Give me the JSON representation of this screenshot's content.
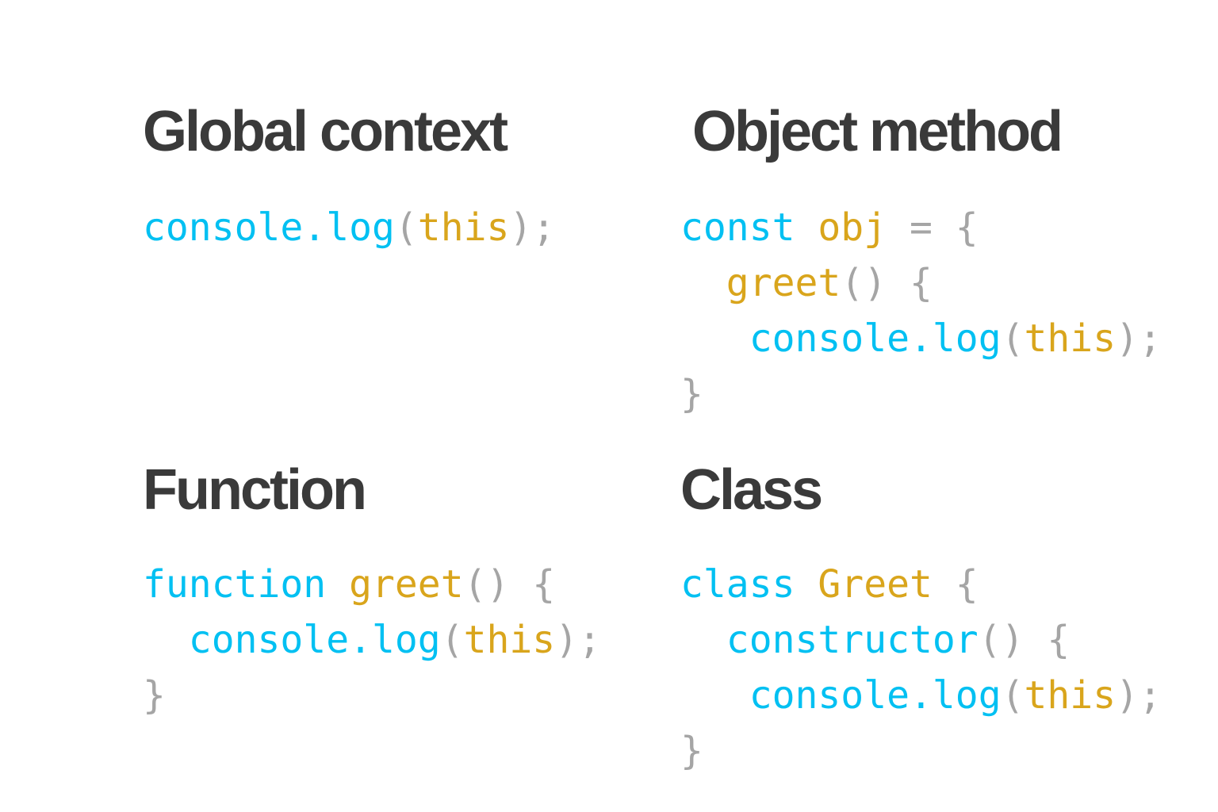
{
  "sections": {
    "global": {
      "title": "Global context",
      "lines": [
        [
          {
            "t": "console.log",
            "c": "kw"
          },
          {
            "t": "(",
            "c": "pn"
          },
          {
            "t": "this",
            "c": "nm"
          },
          {
            "t": ");",
            "c": "pn"
          }
        ]
      ]
    },
    "object": {
      "title": "Object method",
      "lines": [
        [
          {
            "t": "const",
            "c": "kw"
          },
          {
            "t": " ",
            "c": "pn"
          },
          {
            "t": "obj",
            "c": "nm"
          },
          {
            "t": " = {",
            "c": "pn"
          }
        ],
        [
          {
            "t": "  ",
            "c": "pn"
          },
          {
            "t": "greet",
            "c": "nm"
          },
          {
            "t": "() {",
            "c": "pn"
          }
        ],
        [
          {
            "t": "   ",
            "c": "pn"
          },
          {
            "t": "console.log",
            "c": "kw"
          },
          {
            "t": "(",
            "c": "pn"
          },
          {
            "t": "this",
            "c": "nm"
          },
          {
            "t": ");",
            "c": "pn"
          }
        ],
        [
          {
            "t": "}",
            "c": "pn"
          }
        ]
      ]
    },
    "function": {
      "title": "Function",
      "lines": [
        [
          {
            "t": "function",
            "c": "kw"
          },
          {
            "t": " ",
            "c": "pn"
          },
          {
            "t": "greet",
            "c": "nm"
          },
          {
            "t": "() {",
            "c": "pn"
          }
        ],
        [
          {
            "t": "  ",
            "c": "pn"
          },
          {
            "t": "console.log",
            "c": "kw"
          },
          {
            "t": "(",
            "c": "pn"
          },
          {
            "t": "this",
            "c": "nm"
          },
          {
            "t": ");",
            "c": "pn"
          }
        ],
        [
          {
            "t": "}",
            "c": "pn"
          }
        ]
      ]
    },
    "class": {
      "title": "Class",
      "lines": [
        [
          {
            "t": "class",
            "c": "kw"
          },
          {
            "t": " ",
            "c": "pn"
          },
          {
            "t": "Greet",
            "c": "nm"
          },
          {
            "t": " {",
            "c": "pn"
          }
        ],
        [
          {
            "t": "  ",
            "c": "pn"
          },
          {
            "t": "constructor",
            "c": "kw"
          },
          {
            "t": "() {",
            "c": "pn"
          }
        ],
        [
          {
            "t": "   ",
            "c": "pn"
          },
          {
            "t": "console.log",
            "c": "kw"
          },
          {
            "t": "(",
            "c": "pn"
          },
          {
            "t": "this",
            "c": "nm"
          },
          {
            "t": ");",
            "c": "pn"
          }
        ],
        [
          {
            "t": "}",
            "c": "pn"
          }
        ]
      ]
    }
  },
  "colors": {
    "keyword": "#00c0f2",
    "identifier": "#d9a51c",
    "punctuation": "#a5a5a5",
    "heading": "#3a3a3a",
    "background": "#ffffff"
  }
}
